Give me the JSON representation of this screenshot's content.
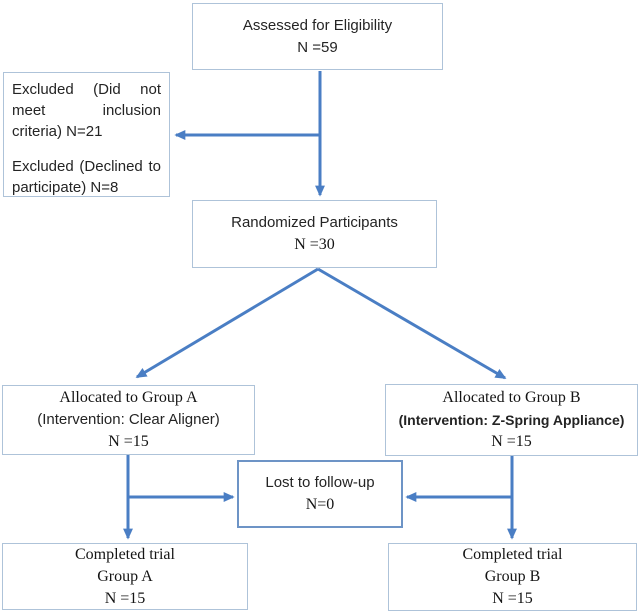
{
  "boxes": {
    "assessed": {
      "line1": "Assessed for Eligibility",
      "line2": "N =59"
    },
    "excluded": {
      "para1": "Excluded (Did not meet inclusion criteria) N=21",
      "para2": "Excluded (Declined to participate) N=8"
    },
    "randomized": {
      "line1": "Randomized Participants",
      "line2": "N =30"
    },
    "group_a": {
      "line1": "Allocated to Group A",
      "line2": "(Intervention: Clear Aligner)",
      "line3": "N =15"
    },
    "group_b": {
      "line1": "Allocated to Group B",
      "line2": "(Intervention: Z-Spring Appliance)",
      "line3": "N =15"
    },
    "lost": {
      "line1": "Lost to follow-up",
      "line2": "N=0"
    },
    "completed_a": {
      "line1": "Completed trial",
      "line2": "Group A",
      "line3": "N =15"
    },
    "completed_b": {
      "line1": "Completed trial",
      "line2": "Group B",
      "line3": "N =15"
    }
  },
  "edges": [
    {
      "from": "assessed",
      "to": "randomized"
    },
    {
      "from": "assessed",
      "to": "excluded"
    },
    {
      "from": "randomized",
      "to": "group_a"
    },
    {
      "from": "randomized",
      "to": "group_b"
    },
    {
      "from": "group_a",
      "to": "completed_a"
    },
    {
      "from": "group_a",
      "to": "lost"
    },
    {
      "from": "group_b",
      "to": "completed_b"
    },
    {
      "from": "group_b",
      "to": "lost"
    }
  ],
  "colors": {
    "arrow": "#4a7ec4",
    "box_border": "#aec3d9",
    "lost_box_border": "#6d94c6",
    "background": "#ffffff",
    "text": "#1c1c1c"
  }
}
